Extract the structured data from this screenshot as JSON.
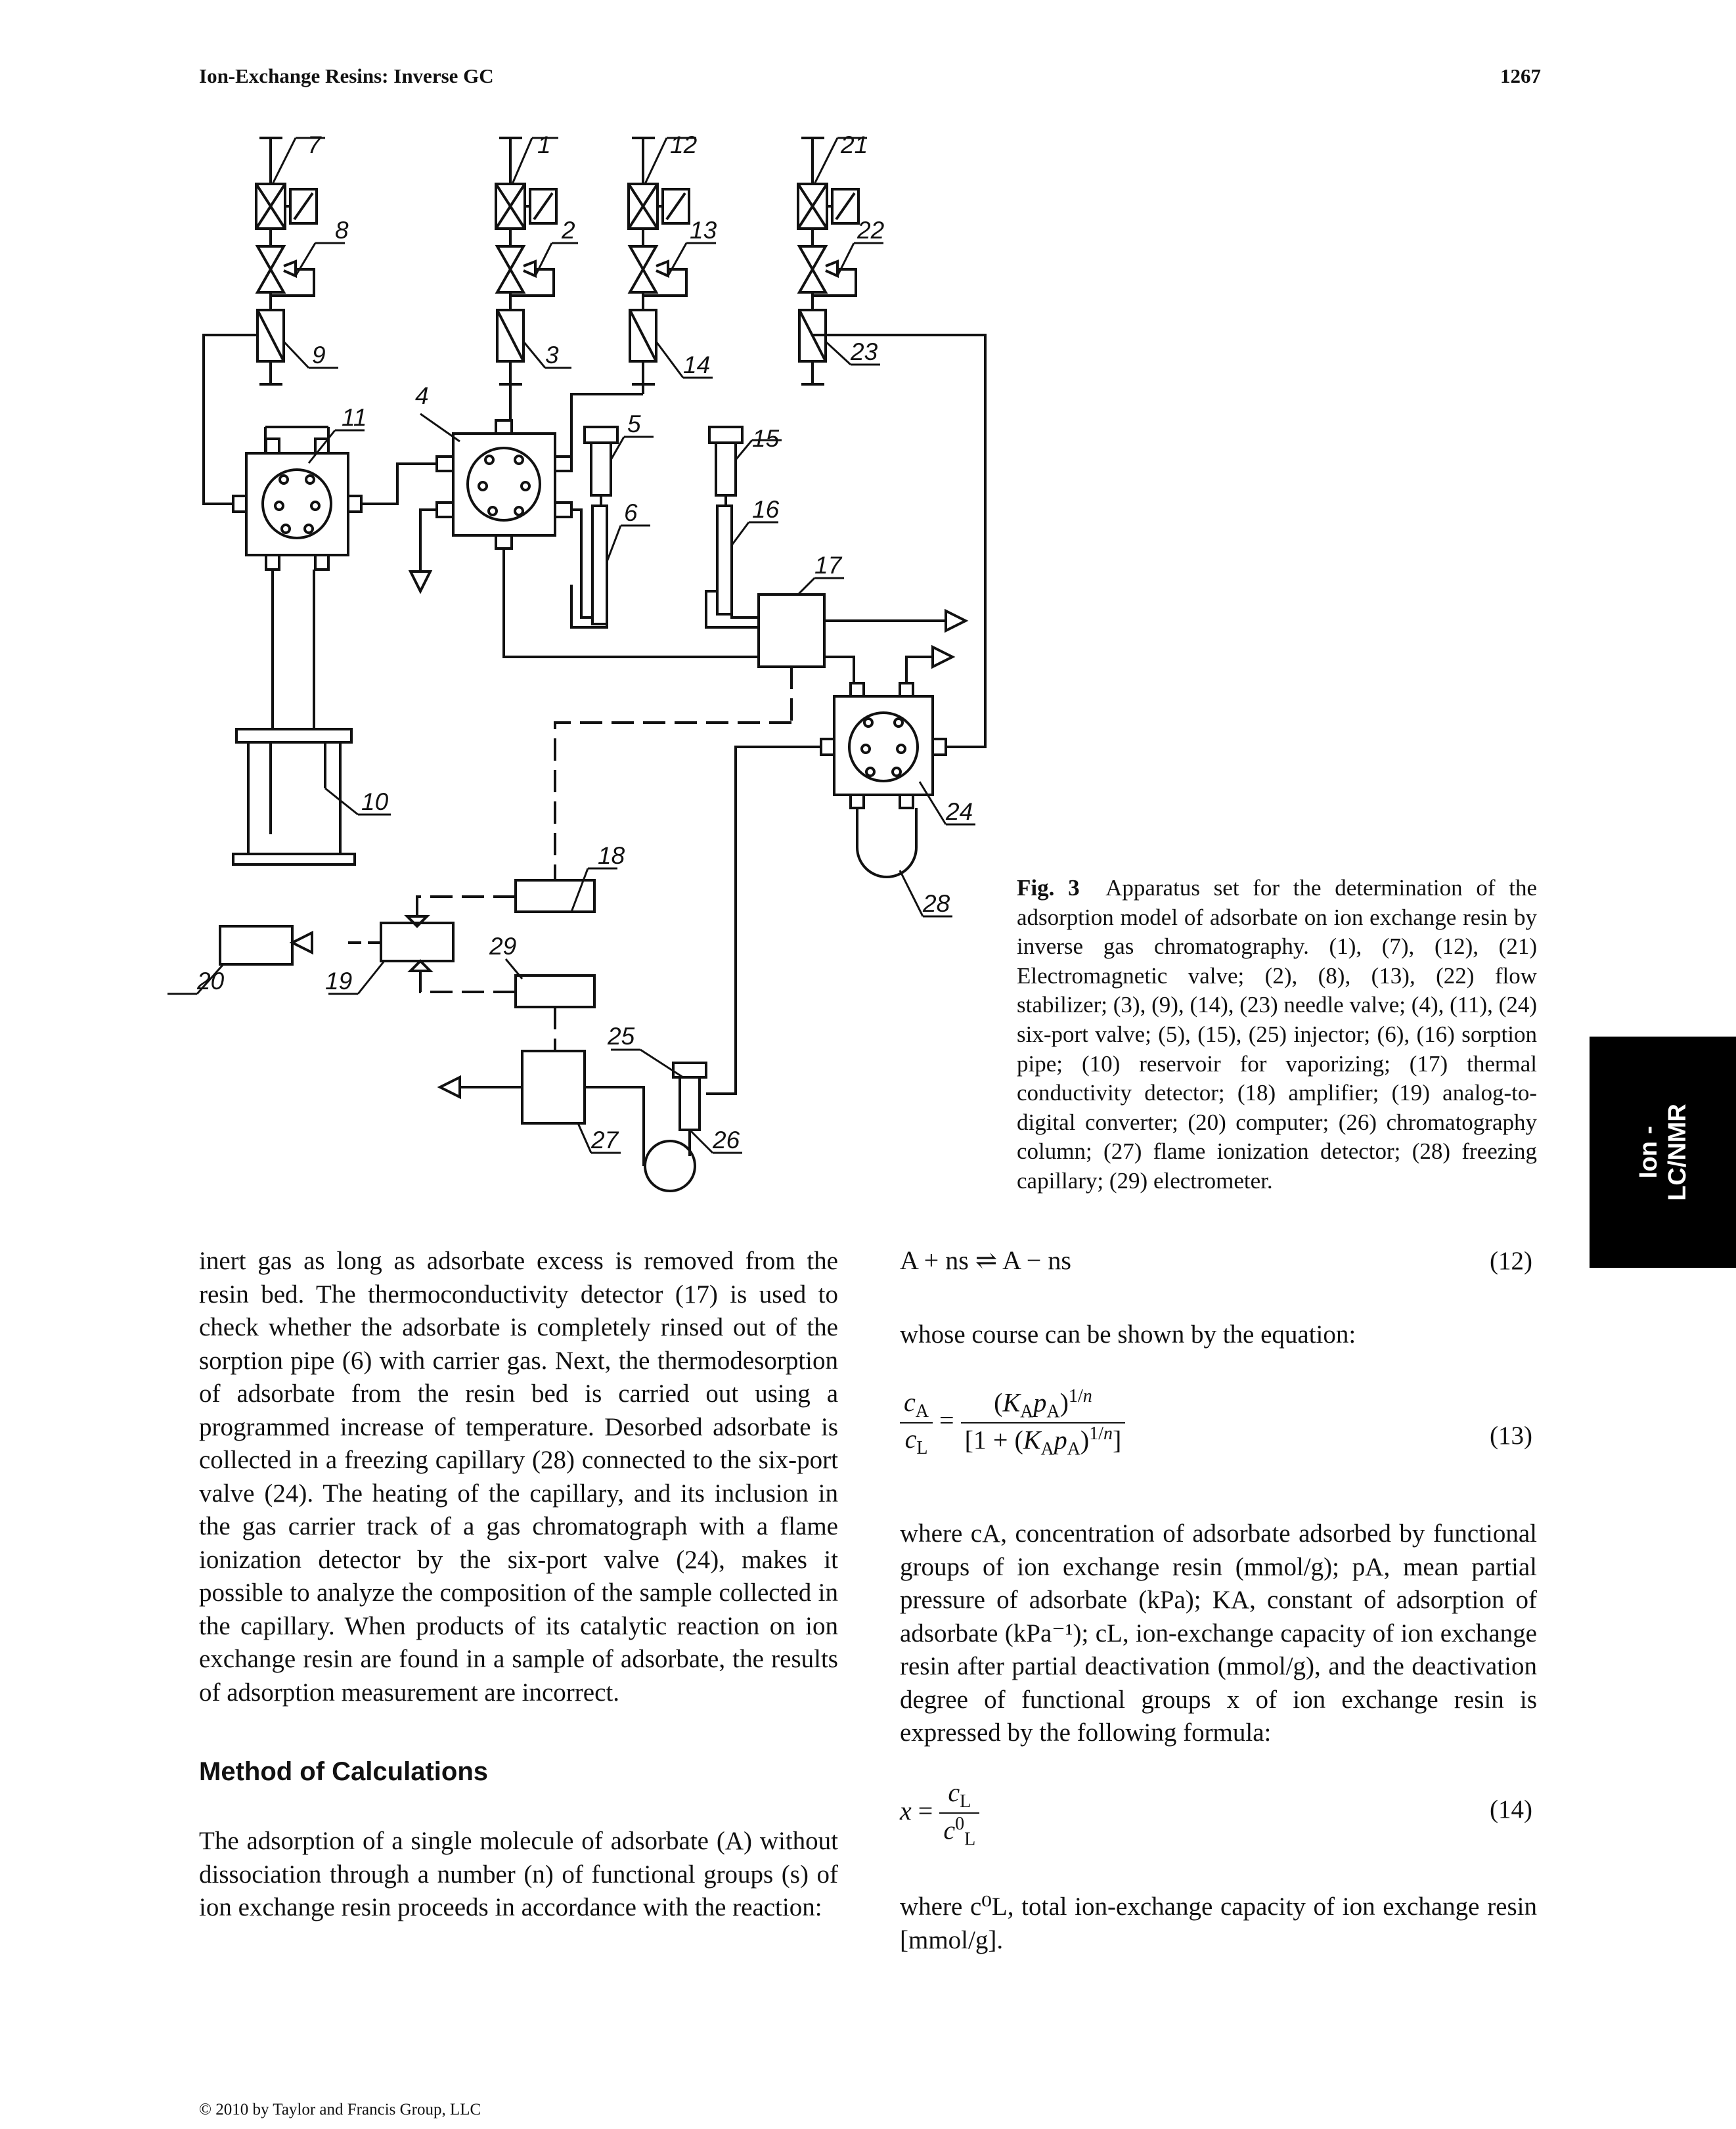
{
  "header": {
    "running_title": "Ion-Exchange Resins: Inverse GC",
    "page_number": "1267"
  },
  "figure": {
    "labels": {
      "l1": "1",
      "l2": "2",
      "l3": "3",
      "l4": "4",
      "l5": "5",
      "l6": "6",
      "l7": "7",
      "l8": "8",
      "l9": "9",
      "l10": "10",
      "l11": "11",
      "l12": "12",
      "l13": "13",
      "l14": "14",
      "l15": "15",
      "l16": "16",
      "l17": "17",
      "l18": "18",
      "l19": "19",
      "l20": "20",
      "l21": "21",
      "l22": "22",
      "l23": "23",
      "l24": "24",
      "l25": "25",
      "l26": "26",
      "l27": "27",
      "l28": "28",
      "l29": "29"
    },
    "caption_label": "Fig. 3",
    "caption_text": "Apparatus set for the determination of the adsorption model of adsorbate on ion exchange resin by inverse gas chromatography. (1), (7), (12), (21) Electromagnetic valve; (2), (8), (13), (22) flow stabilizer; (3), (9), (14), (23) needle valve; (4), (11), (24) six-port valve; (5), (15), (25) injector; (6), (16) sorption pipe; (10) reservoir for vaporizing; (17) thermal conductivity detector; (18) amplifier; (19) analog-to-digital converter; (20) computer; (26) chromatography column; (27) flame ionization detector; (28) freezing capillary; (29) electrometer."
  },
  "left_column": {
    "paragraph1": "inert gas as long as adsorbate excess is removed from the resin bed. The thermoconductivity detector (17) is used to check whether the adsorbate is completely rinsed out of the sorption pipe (6) with carrier gas. Next, the thermodesorption of adsorbate from the resin bed is carried out using a programmed increase of temperature. Desorbed adsorbate is collected in a freezing capillary (28) connected to the six-port valve (24). The heating of the capillary, and its inclusion in the gas carrier track of a gas chromatograph with a flame ionization detector by the six-port valve (24), makes it possible to analyze the composition of the sample collected in the capillary. When products of its catalytic reaction on ion exchange resin are found in a sample of adsorbate, the results of adsorption measurement are incorrect.",
    "section_title": "Method of Calculations",
    "paragraph2": "The adsorption of a single molecule of adsorbate (A) without dissociation through a number (n) of functional groups (s) of ion exchange resin proceeds in accordance with the reaction:"
  },
  "right_column": {
    "eq12": "A + ns ⇌ A − ns",
    "eq12_num": "(12)",
    "text1": "whose course can be shown by the equation:",
    "eq13_num": "(13)",
    "text2": "where cA, concentration of adsorbate adsorbed by functional groups of ion exchange resin (mmol/g); pA, mean partial pressure of adsorbate (kPa); KA, constant of adsorption of adsorbate (kPa⁻¹); cL, ion-exchange capacity of ion exchange resin after partial deactivation (mmol/g), and the deactivation degree of functional groups x of ion exchange resin is expressed by the following formula:",
    "eq14_num": "(14)",
    "text3": "where c⁰L, total ion-exchange capacity of ion exchange resin [mmol/g]."
  },
  "side_tab": {
    "line1": "Ion -",
    "line2": "LC/NMR"
  },
  "footer": {
    "copyright": "© 2010 by Taylor and Francis Group, LLC"
  }
}
